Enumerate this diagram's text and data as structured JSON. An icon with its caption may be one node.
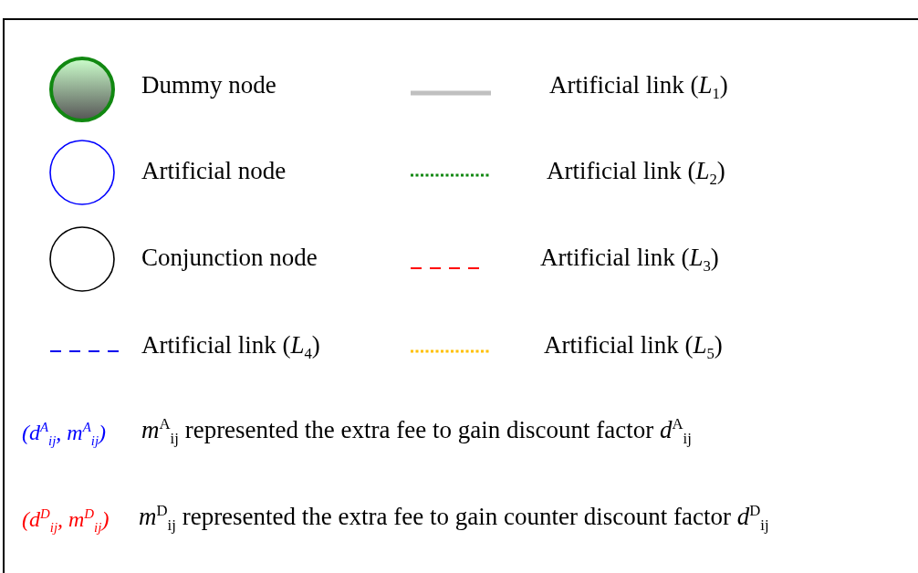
{
  "diagram": {
    "legend": [
      {
        "text": "Dummy node"
      },
      {
        "text": "Artificial link (*L*$_{1}$)"
      },
      {
        "text": "Artificial node"
      },
      {
        "text": "Artificial link (*L*$_{2}$)"
      },
      {
        "text": "Conjunction node"
      },
      {
        "text": "Artificial link (*L*$_{3}$)"
      },
      {
        "text": "Artificial link (*L*$_{4}$)"
      },
      {
        "text": "Artificial link (*L*$_{5}$)"
      }
    ],
    "labels": [
      "(d$^{A}$$_{ij}$, m$^{A}$$_{ij}$)",
      "*m*$^{A}$$_{ij}$ represented the extra fee to gain discount factor *d*$^{A}$$_{ij}$",
      "(d$^{D}$$_{ij}$, m$^{D}$$_{ij}$)",
      "*m*$^{D}$$_{ij}$ represented the extra fee to gain counter discount factor *d*$^{D}$$_{ij}$"
    ]
  }
}
